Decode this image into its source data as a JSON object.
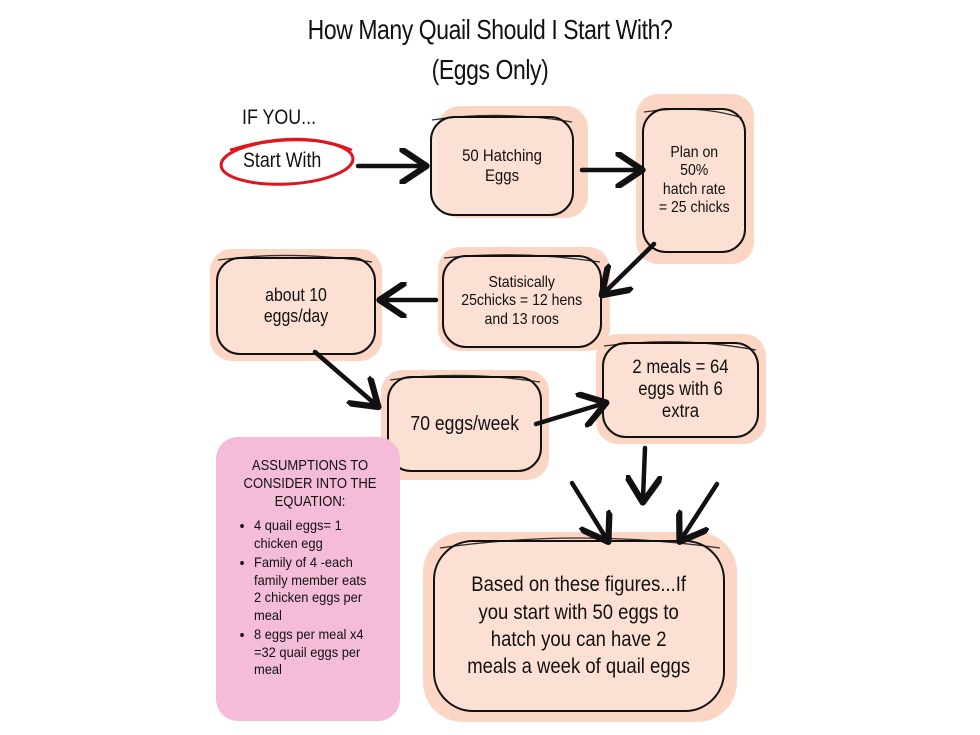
{
  "title": {
    "line1": "How Many Quail Should I Start With?",
    "line2": "(Eggs Only)"
  },
  "if_you": "IF YOU...",
  "start_with": "Start With",
  "nodes": {
    "hatching_eggs": "50 Hatching Eggs",
    "hatch_rate": [
      "Plan on",
      "50%",
      "hatch rate",
      "= 25 chicks"
    ],
    "statistically": [
      "Statisically",
      "25chicks = 12 hens",
      "and 13 roos"
    ],
    "eggs_day": "about 10 eggs/day",
    "eggs_week": "70 eggs/week",
    "meals": [
      "2 meals = 64",
      "eggs with 6 extra"
    ],
    "result": [
      "Based on these figures...If",
      "you start with 50 eggs to",
      "hatch you can have 2",
      "meals a week of quail eggs"
    ]
  },
  "assumptions": {
    "heading": [
      "ASSUMPTIONS TO",
      "CONSIDER INTO THE",
      "EQUATION:"
    ],
    "items": [
      "4 quail eggs= 1 chicken egg",
      "Family of 4 -each family member eats 2 chicken eggs per meal",
      "8 eggs per meal x4 =32 quail eggs per meal"
    ]
  },
  "colors": {
    "node_fill": "#fce2d5",
    "node_shadow": "#fbd6c5",
    "assumptions_fill": "#f4bcd8",
    "circle_red": "#e0161e",
    "stroke": "#111111"
  }
}
